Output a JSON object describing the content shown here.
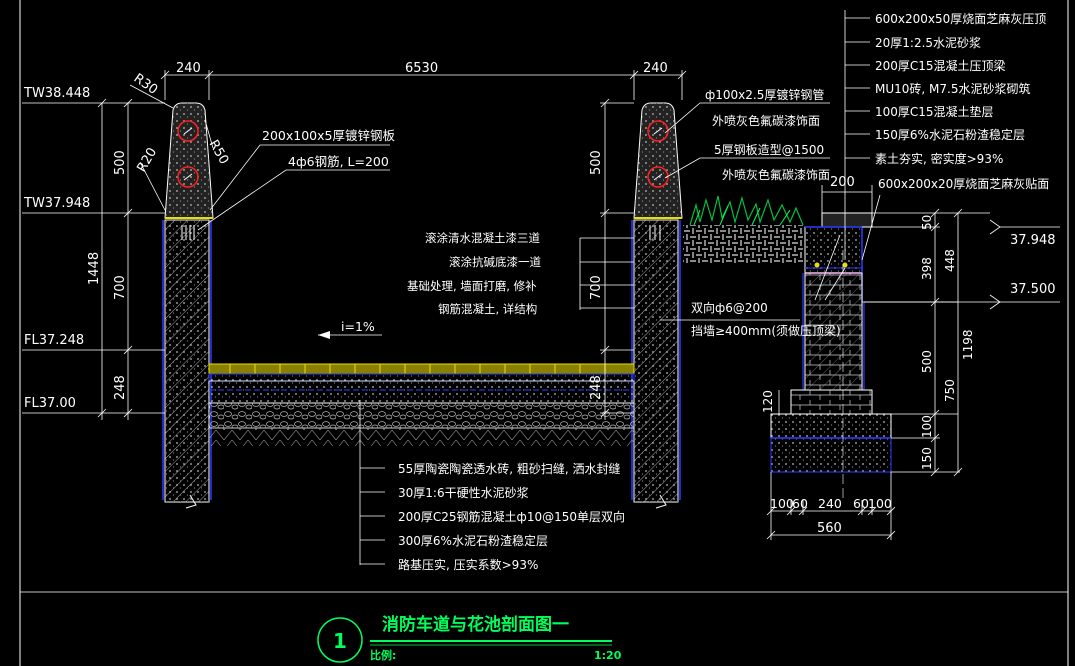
{
  "colors": {
    "background": "#000000",
    "line_white": "#ffffff",
    "line_green": "#00ff5a",
    "line_blue": "#2a3cff",
    "line_yellow": "#e8e000",
    "line_red": "#ff2020",
    "line_magenta": "#ff30ff",
    "line_cyan": "#00e0ff"
  },
  "top_dims": {
    "left": "240",
    "middle": "6530",
    "right": "240"
  },
  "left_elevations": {
    "tw1": "TW38.448",
    "tw2": "TW37.948",
    "fl1": "FL37.248",
    "fl2": "FL37.00"
  },
  "left_vdims": {
    "d500": "500",
    "d700": "700",
    "d248": "248",
    "d1448": "1448"
  },
  "radii": {
    "r30": "R30",
    "r50": "R50",
    "r20": "R20"
  },
  "left_notes": {
    "plate": "200x100x5厚镀锌钢板",
    "rebar": "4ф6钢筋, L=200"
  },
  "right_notes": {
    "pipe": "ф100x2.5厚镀锌钢管",
    "pipe_paint": "外喷灰色氟碳漆饰面",
    "steel_plate": "5厚钢板造型@1500",
    "steel_paint": "外喷灰色氟碳漆饰面"
  },
  "wall_notes": [
    "滚涂清水混凝土漆三道",
    "滚涂抗碱底漆一道",
    "基础处理, 墙面打磨, 修补",
    "钢筋混凝土, 详结构"
  ],
  "mid_vdims": {
    "d500": "500",
    "d700": "700",
    "d248": "248"
  },
  "slope": "i=1%",
  "rebar_notes": {
    "bidir": "双向ф6@200",
    "retain": "挡墙≥400mm(须做压顶梁)"
  },
  "road_layers": [
    "55厚陶瓷陶瓷透水砖, 粗砂扫缝, 洒水封缝",
    "30厚1:6干硬性水泥砂浆",
    "200厚C25钢筋混凝土ф10@150单层双向",
    "300厚6%水泥石粉渣稳定层",
    "路基压实, 压实系数>93%"
  ],
  "planter_layers": [
    "600x200x50厚烧面芝麻灰压顶",
    "20厚1:2.5水泥砂浆",
    "200厚C15混凝土压顶梁",
    "MU10砖, M7.5水泥砂浆砌筑",
    "100厚C15混凝土垫层",
    "150厚6%水泥石粉渣稳定层",
    "素土夯实, 密实度>93%"
  ],
  "planter_top_dim": "200",
  "planter_cap": "600x200x20厚烧面芝麻灰贴面",
  "right_elevations": {
    "e1": "37.948",
    "e2": "37.500"
  },
  "right_vdims": {
    "d50": "50",
    "d398": "398",
    "d448": "448",
    "d500": "500",
    "d750": "750",
    "d1198": "1198",
    "d100": "100",
    "d150": "150",
    "d120": "120"
  },
  "bottom_dims": {
    "a": "100",
    "b": "60",
    "c": "240",
    "d": "60",
    "e": "100",
    "total": "560"
  },
  "title": {
    "number": "1",
    "name": "消防车道与花池剖面图一",
    "scale_label": "比例:",
    "scale": "1:20"
  }
}
